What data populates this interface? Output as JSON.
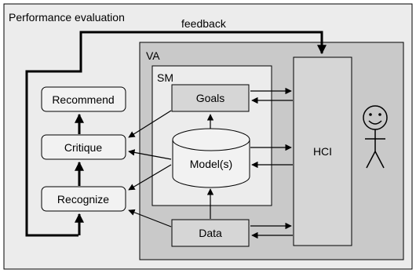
{
  "diagram": {
    "outer_label": "Performance evaluation",
    "feedback_label": "feedback",
    "va_label": "VA",
    "sm_label": "SM",
    "hci_label": "HCI",
    "nodes": {
      "recommend": "Recommend",
      "critique": "Critique",
      "recognize": "Recognize",
      "goals": "Goals",
      "model": "Model(s)",
      "data": "Data"
    },
    "user_icon": "smiley-stick-figure-icon"
  },
  "colors": {
    "outer_fill": "#ececec",
    "va_fill": "#c9c9c9",
    "sm_fill": "#ececec",
    "box_fill": "#d6d6d6",
    "white_box": "#f2f2f2",
    "stroke": "#000000"
  }
}
